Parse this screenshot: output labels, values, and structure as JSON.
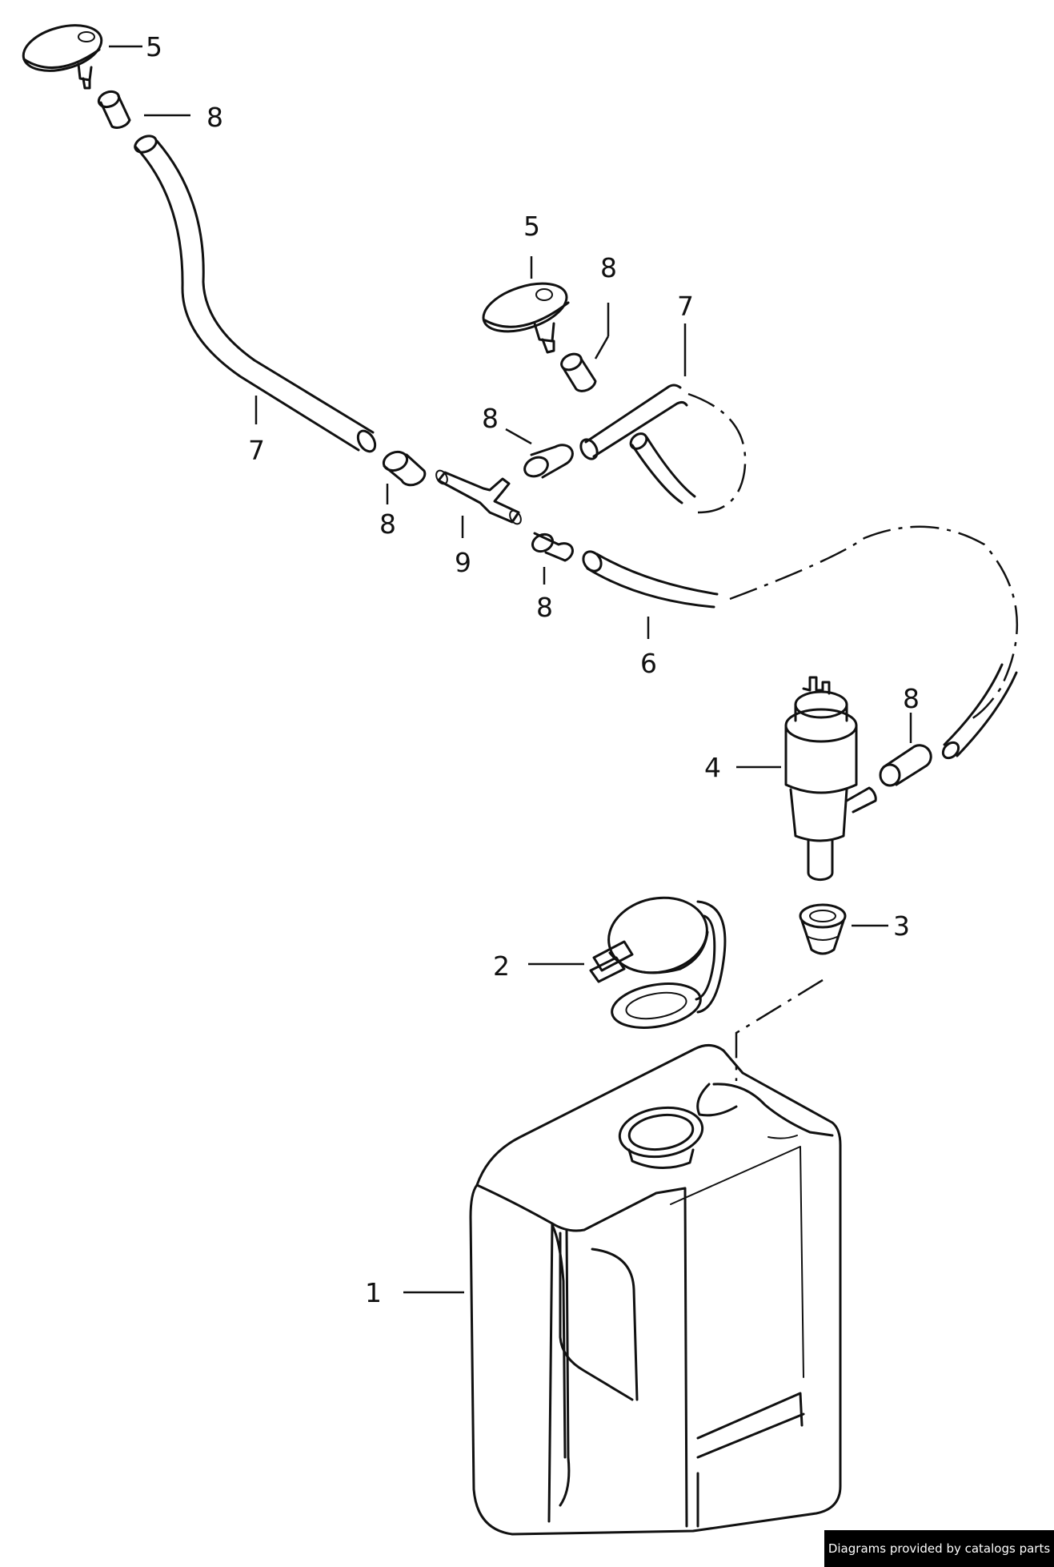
{
  "callouts": {
    "c1": "1",
    "c2": "2",
    "c3": "3",
    "c4": "4",
    "c5a": "5",
    "c5b": "5",
    "c6": "6",
    "c7a": "7",
    "c7b": "7",
    "c8a": "8",
    "c8b": "8",
    "c8c": "8",
    "c8d": "8",
    "c8e": "8",
    "c8f": "8",
    "c9": "9"
  },
  "footer": {
    "credit": "Diagrams provided by catalogs parts"
  },
  "colors": {
    "ink": "#111111",
    "paper": "#ffffff",
    "badge_bg": "#000000"
  }
}
